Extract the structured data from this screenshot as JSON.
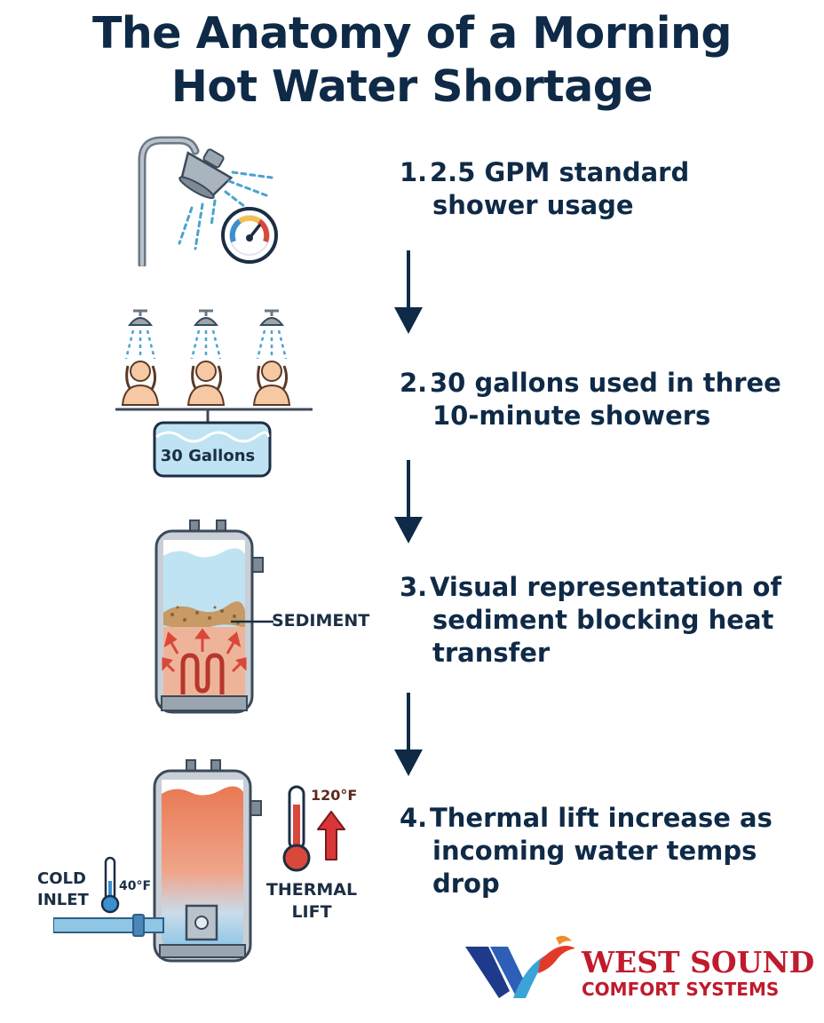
{
  "title": {
    "line1": "The Anatomy of a Morning",
    "line2": "Hot Water Shortage"
  },
  "steps": [
    {
      "number": "1.",
      "line1": "2.5 GPM standard",
      "line2": "shower usage"
    },
    {
      "number": "2.",
      "line1": "30 gallons used in three",
      "line2": "10-minute showers"
    },
    {
      "number": "3.",
      "line1": "Visual representation of",
      "line2": "sediment blocking heat",
      "line3": "transfer"
    },
    {
      "number": "4.",
      "line1": "Thermal lift increase as",
      "line2": "incoming water temps",
      "line3": "drop"
    }
  ],
  "labels": {
    "tank_capacity": "30 Gallons",
    "sediment": "SEDIMENT",
    "hot_temp": "120°F",
    "cold_temp": "40°F",
    "cold_inlet_1": "COLD",
    "cold_inlet_2": "INLET",
    "thermal_lift_1": "THERMAL",
    "thermal_lift_2": "LIFT"
  },
  "logo": {
    "line1": "WEST SOUND",
    "line2": "COMFORT SYSTEMS"
  },
  "colors": {
    "navy": "#0f2a47",
    "water_blue": "#a9d6ec",
    "hot_orange": "#e8764f",
    "brand_red": "#c01b2c"
  },
  "icons": [
    "shower-head-icon",
    "gauge-icon",
    "person-showering-icon",
    "water-heater-icon",
    "thermometer-icon",
    "up-arrow-icon",
    "down-arrow-icon",
    "logo-w-icon"
  ]
}
